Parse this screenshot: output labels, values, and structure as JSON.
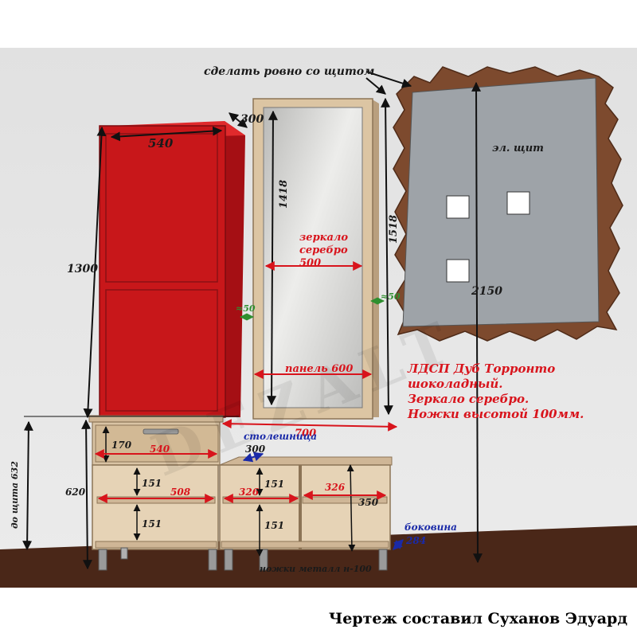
{
  "instruction_top": "сделать ровно со щитом",
  "dims": {
    "cabinet_width": "540",
    "cabinet_depth": "300",
    "cabinet_height": "1300",
    "mirror_height": "1418",
    "mirror_label_line1": "зеркало",
    "mirror_label_line2": "серебро",
    "mirror_label_width": "500",
    "panel_height": "1518",
    "panel_offset_left": "≈50",
    "panel_offset_right": "≈50",
    "panel_width_label": "панель 600",
    "bench_width": "700",
    "tabletop_label": "столешница",
    "tabletop_depth": "300",
    "drawer_height": "170",
    "drawer_width": "540",
    "shelf_upper_left": "151",
    "shelf_lower_left": "151",
    "shelf_upper_mid": "151",
    "shelf_lower_mid": "151",
    "shelf_width_left": "508",
    "shelf_width_mid": "326",
    "shelf_width_right": "326",
    "bench_height": "350",
    "unit_height": "620",
    "to_shield": "до щита 632",
    "side_label": "боковина",
    "side_depth": "284",
    "legs_label": "ножки металл н-100",
    "shield_label": "эл. щит",
    "total_height": "2150"
  },
  "notes": [
    "ЛДСП Дуб Торронто",
    "шоколадный.",
    "Зеркало серебро.",
    "Ножки высотой 100мм."
  ],
  "watermark": "DEZALT",
  "author": "Чертеж составил Суханов Эдуард",
  "colors": {
    "wall": "#e7e7e7",
    "floor": "#4a2718",
    "cabinet_red": "#c8171a",
    "oak_light": "#d9c3a4",
    "panel_oak": "#dcc5a3",
    "mirror": "#d4d4d2",
    "shield_grey": "#9ea3a8",
    "brick": "#7d4a2e",
    "note_red": "#d8141c",
    "dim_blue": "#1a2aa8",
    "dim_green": "#2f8f2f"
  }
}
